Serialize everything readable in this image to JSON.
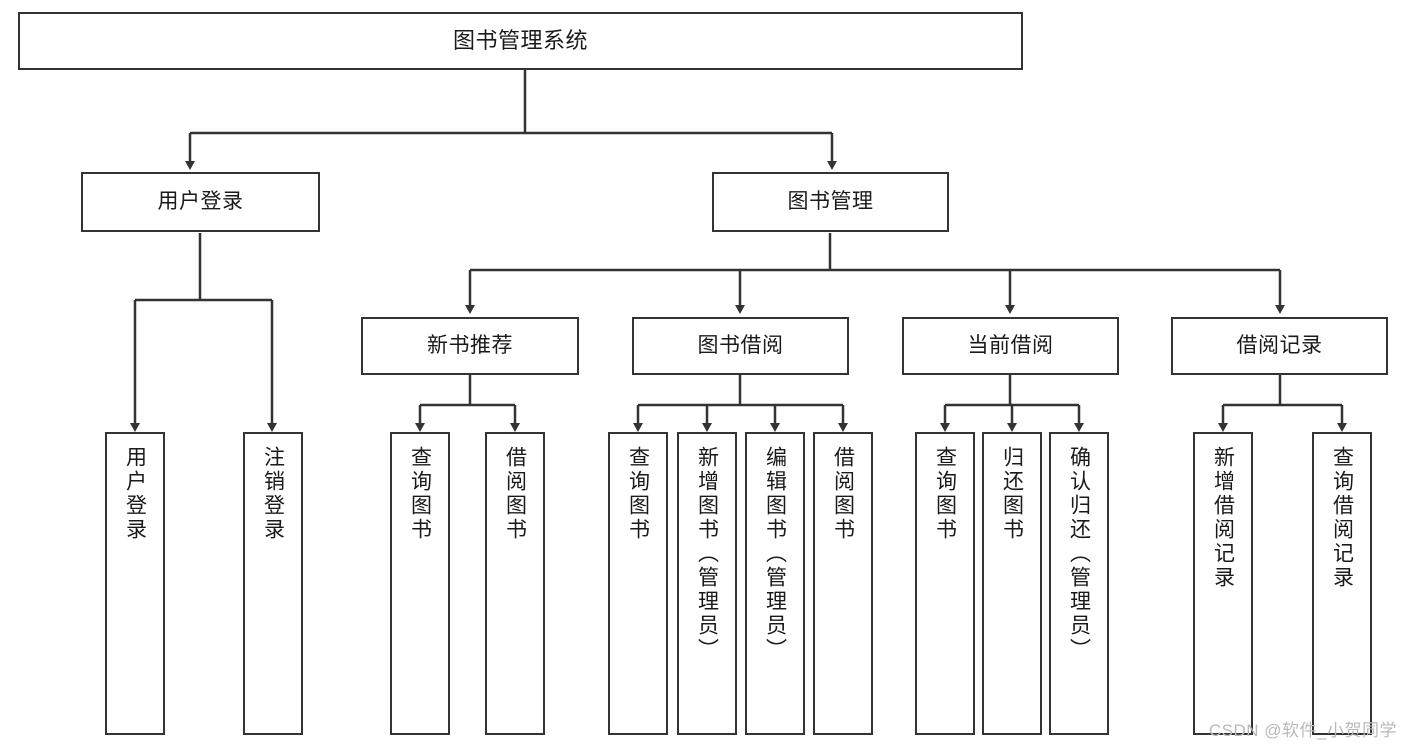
{
  "diagram": {
    "title": "图书管理系统",
    "watermark": "CSDN @软件_小贺同学",
    "colors": {
      "node_border": "#333333",
      "node_fill": "#ffffff",
      "connector": "#333333",
      "text": "#1a1a1a",
      "watermark": "#b9b9b9",
      "background": "#ffffff"
    },
    "root": {
      "label": "图书管理系统"
    },
    "level2": [
      {
        "label": "用户登录"
      },
      {
        "label": "图书管理"
      }
    ],
    "level3": [
      {
        "label": "新书推荐"
      },
      {
        "label": "图书借阅"
      },
      {
        "label": "当前借阅"
      },
      {
        "label": "借阅记录"
      }
    ],
    "leaves": {
      "user_login": [
        {
          "label": "用户登录"
        },
        {
          "label": "注销登录"
        }
      ],
      "new_book_recommend": [
        {
          "label": "查询图书"
        },
        {
          "label": "借阅图书"
        }
      ],
      "book_borrow": [
        {
          "label": "查询图书"
        },
        {
          "label": "新增图书（管理员）"
        },
        {
          "label": "编辑图书（管理员）"
        },
        {
          "label": "借阅图书"
        }
      ],
      "current_borrow": [
        {
          "label": "查询图书"
        },
        {
          "label": "归还图书"
        },
        {
          "label": "确认归还（管理员）"
        }
      ],
      "borrow_record": [
        {
          "label": "新增借阅记录"
        },
        {
          "label": "查询借阅记录"
        }
      ]
    }
  }
}
